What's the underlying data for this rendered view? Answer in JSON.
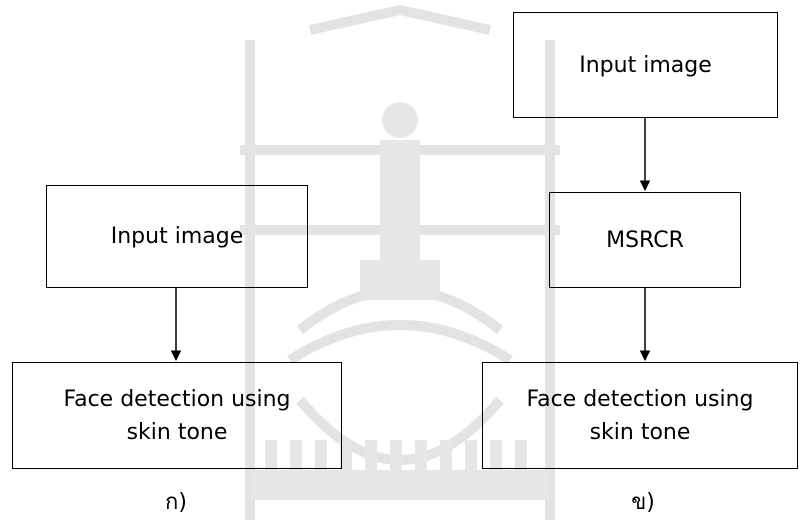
{
  "diagram": {
    "left": {
      "input_label": "Input image",
      "output_label_line1": "Face detection using",
      "output_label_line2": "skin tone",
      "caption": "ก)"
    },
    "right": {
      "input_label": "Input image",
      "middle_label": "MSRCR",
      "output_label_line1": "Face detection using",
      "output_label_line2": "skin tone",
      "caption": "ข)"
    }
  },
  "watermark": {
    "description_color": "#d9d9d9"
  }
}
